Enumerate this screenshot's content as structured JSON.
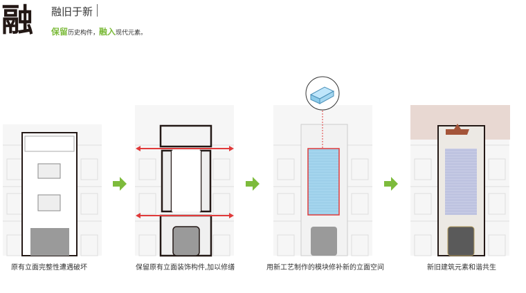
{
  "header": {
    "big_char": "融",
    "title": "融旧于新",
    "subtitle": {
      "keep": "保留",
      "keep_rest": "历史构件，",
      "merge": "融入",
      "merge_rest": "现代元素。"
    }
  },
  "steps": [
    {
      "caption": "原有立面完整性遭遇破坏"
    },
    {
      "caption": "保留原有立面装饰构件,加以修缮"
    },
    {
      "caption": "用新工艺制作的模块修补新的立面空间"
    },
    {
      "caption": "新旧建筑元素和谐共生"
    }
  ],
  "colors": {
    "accent_green": "#7dbb3c",
    "red": "#e03a3a",
    "blue": "#a8d8f0",
    "outline": "#231815"
  }
}
